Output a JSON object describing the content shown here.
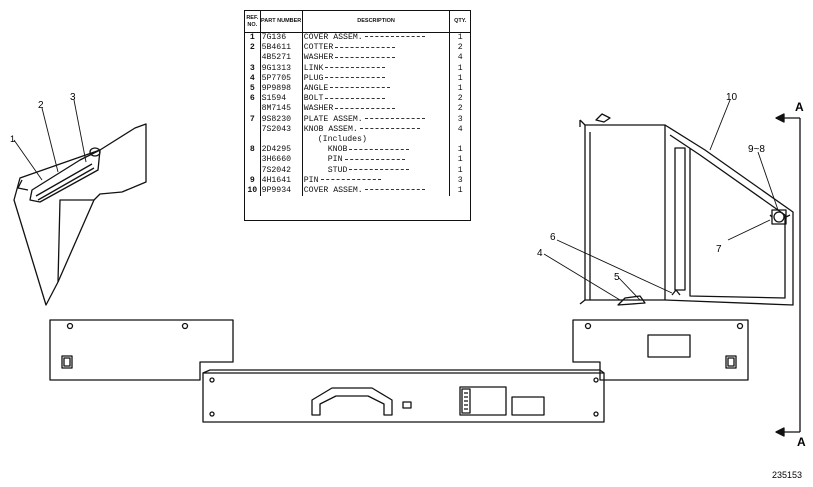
{
  "table": {
    "headers": {
      "ref": "REF. NO.",
      "part": "PART NUMBER",
      "desc": "DESCRIPTION",
      "qty": "QTY."
    },
    "rows": [
      {
        "ref": "1",
        "part": "7G136",
        "desc": "COVER ASSEM.",
        "qty": "1"
      },
      {
        "ref": "2",
        "part": "5B4611",
        "desc": "COTTER",
        "qty": "2"
      },
      {
        "ref": "",
        "part": "4B5271",
        "desc": "WASHER",
        "qty": "4"
      },
      {
        "ref": "3",
        "part": "9G1313",
        "desc": "LINK",
        "qty": "1"
      },
      {
        "ref": "4",
        "part": "5P7705",
        "desc": "PLUG",
        "qty": "1"
      },
      {
        "ref": "5",
        "part": "9P9898",
        "desc": "ANGLE",
        "qty": "1"
      },
      {
        "ref": "6",
        "part": "S1594",
        "desc": "BOLT",
        "qty": "2"
      },
      {
        "ref": "",
        "part": "8M7145",
        "desc": "WASHER",
        "qty": "2"
      },
      {
        "ref": "7",
        "part": "9S8230",
        "desc": "PLATE ASSEM.",
        "qty": "3"
      },
      {
        "ref": "",
        "part": "7S2043",
        "desc": "KNOB ASSEM.",
        "qty": "4"
      },
      {
        "ref": "",
        "part": "",
        "desc": "(Includes)",
        "qty": ""
      },
      {
        "ref": "8",
        "part": "2D4295",
        "desc": "KNOB",
        "qty": "1"
      },
      {
        "ref": "",
        "part": "3H6660",
        "desc": "PIN",
        "qty": "1"
      },
      {
        "ref": "",
        "part": "7S2042",
        "desc": "STUD",
        "qty": "1"
      },
      {
        "ref": "9",
        "part": "4H1641",
        "desc": "PIN",
        "qty": "3"
      },
      {
        "ref": "10",
        "part": "9P9934",
        "desc": "COVER ASSEM.",
        "qty": "1"
      }
    ]
  },
  "callouts": {
    "c1": "1",
    "c2": "2",
    "c3": "3",
    "c4": "4",
    "c5": "5",
    "c6": "6",
    "c7": "7",
    "c98": "9~8",
    "c10": "10"
  },
  "section": {
    "top": "A",
    "bottom": "A"
  },
  "drawing_number": "235153"
}
